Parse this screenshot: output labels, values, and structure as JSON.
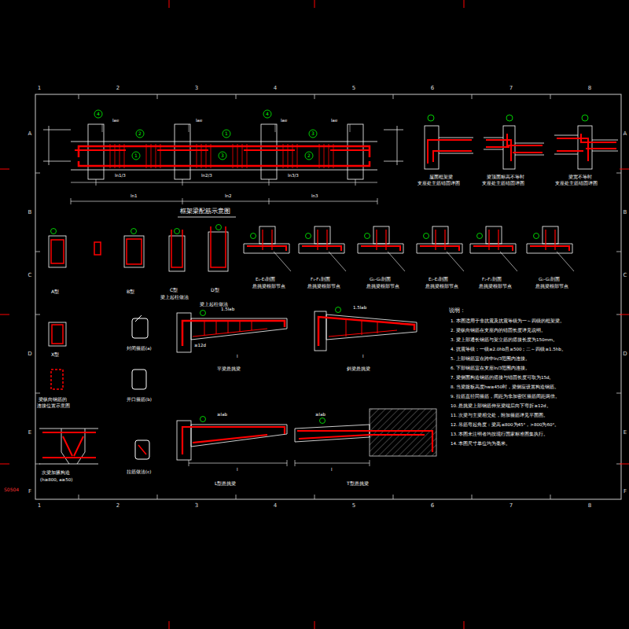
{
  "diagram": {
    "labels": [
      "1",
      "2",
      "3",
      "4",
      "5",
      "6",
      "7",
      "8",
      "1",
      "2",
      "3",
      "4",
      "5",
      "6",
      "7",
      "8",
      "A",
      "B",
      "C",
      "D",
      "E",
      "F",
      "A",
      "B",
      "C",
      "D",
      "E",
      "F",
      "框架梁配筋示意图",
      "屋面框架梁",
      "支座处主筋锚固详图",
      "梁顶面标高不等时",
      "支座处主筋锚固详图",
      "梁宽不等时",
      "支座处主筋锚固详图",
      "A型",
      "B型",
      "C型",
      "梁上起柱做法",
      "D型",
      "梁上起柱做法",
      "E₁-E₁剖面",
      "悬挑梁根部节点",
      "F₁-F₁剖面",
      "悬挑梁根部节点",
      "G₁-G₁剖面",
      "悬挑梁根部节点",
      "E₂-E₂剖面",
      "悬挑梁根部节点",
      "F₂-F₂剖面",
      "悬挑梁根部节点",
      "G₂-G₂剖面",
      "悬挑梁根部节点",
      "X型",
      "梁纵向钢筋的",
      "连接位置示意图",
      "封闭箍筋(a)",
      "开口箍筋(b)",
      "拉筋做法(c)",
      "次梁加腋构造",
      "(h≥800, a≥50)",
      "平梁悬挑梁",
      "斜梁悬挑梁",
      "L型悬挑梁",
      "T型悬挑梁",
      "lae",
      "lae",
      "lae",
      "lae",
      "ln1/3",
      "ln2/3",
      "ln3/3",
      "ln1",
      "ln2",
      "ln3",
      "1.5lab",
      "l",
      "≥12d",
      "1.5lab",
      "l",
      "≥lab",
      "l",
      "≥lab",
      "l",
      "说明：",
      "1. 本图适用于非抗震及抗震等级为一～四级的框架梁。",
      "2. 梁纵向钢筋在支座内的锚固长度详见说明。",
      "3. 梁上部通长钢筋与架立筋的搭接长度为150mm。",
      "4. 抗震等级：一级≥2.0hb且≥500；二～四级≥1.5hb。",
      "5. 上部钢筋宜在跨中ln/3范围内连接。",
      "6. 下部钢筋宜在支座ln/3范围内连接。",
      "7. 梁侧面构造钢筋的搭接与锚固长度可取为15d。",
      "8. 当梁腹板高度hw≥450时，梁侧应设置构造钢筋。",
      "9. 拉筋直径同箍筋，间距为非加密区箍筋间距两倍。",
      "10. 悬挑梁上部钢筋伸至梁端后向下弯折≥12d。",
      "11. 次梁与主梁相交处，附加箍筋详见平面图。",
      "12. 吊筋弯起角度：梁高≤800为45°，>800为60°。",
      "13. 本图未注明者均按现行国家标准图集执行。",
      "14. 本图尺寸单位均为毫米。",
      "S0504",
      "1",
      "2",
      "3",
      "1",
      "2",
      "3",
      "4",
      "4"
    ]
  }
}
